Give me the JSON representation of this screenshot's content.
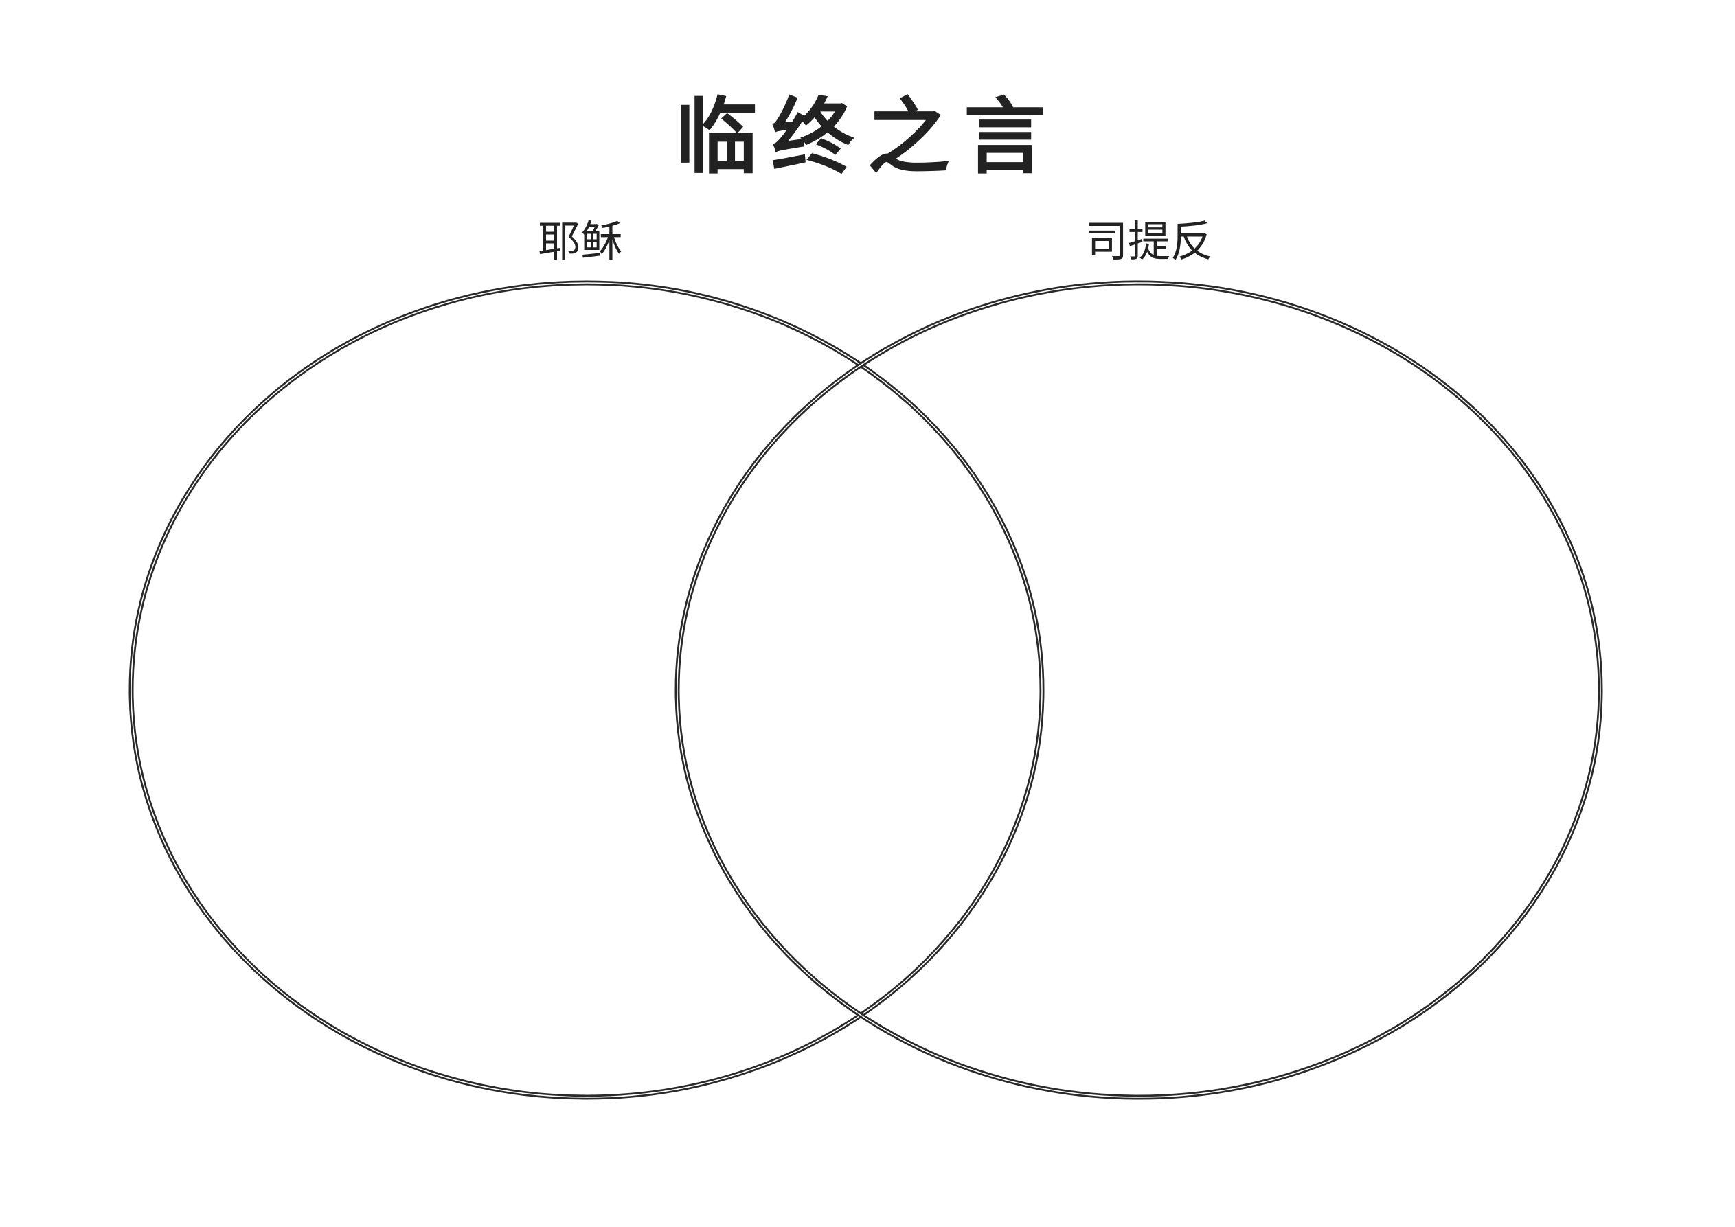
{
  "title": "临终之言",
  "circles": [
    {
      "label": "耶稣"
    },
    {
      "label": "司提反"
    }
  ],
  "line_color": "#2a2a2a"
}
